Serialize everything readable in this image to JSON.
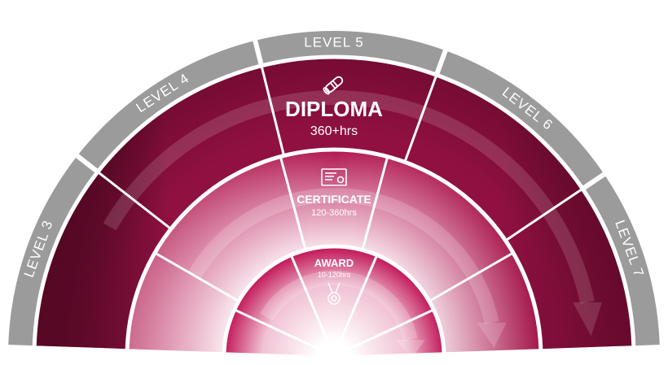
{
  "levels": [
    {
      "id": "3",
      "label": "LEVEL 3"
    },
    {
      "id": "4",
      "label": "LEVEL 4"
    },
    {
      "id": "5",
      "label": "LEVEL 5"
    },
    {
      "id": "6",
      "label": "LEVEL 6"
    },
    {
      "id": "7",
      "label": "LEVEL 7"
    }
  ],
  "qualifications": {
    "diploma": {
      "title": "DIPLOMA",
      "hours": "360+hrs",
      "icon": "diploma-scroll-icon"
    },
    "certificate": {
      "title": "CERTIFICATE",
      "hours": "120-360hrs",
      "icon": "certificate-icon"
    },
    "award": {
      "title": "AWARD",
      "hours": "10-120hrs",
      "icon": "medal-icon"
    }
  },
  "colors": {
    "outer_band": "#9b9b9b",
    "diploma_ring": "#8a0f3e",
    "diploma_ring_dark": "#5e0827",
    "certificate_ring": "#b0174f",
    "award_ring": "#c2195a",
    "divider": "#ffffff"
  }
}
